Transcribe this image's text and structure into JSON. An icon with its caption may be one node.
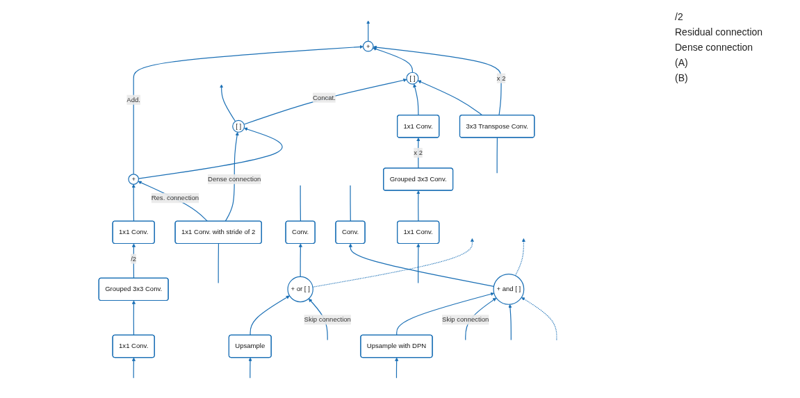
{
  "diagram": {
    "nodes": [
      {
        "text": [
          "Conv."
        ]
      },
      {
        "text": [
          "+ or [ ]"
        ]
      },
      {
        "text": [
          "Upsample"
        ]
      },
      {
        "text": [
          "Conv."
        ]
      },
      {
        "text": [
          "+ and [ ]"
        ]
      },
      {
        "text": [
          "Upsample with DPN"
        ]
      },
      {
        "text": [
          "1x1 Conv."
        ]
      },
      {
        "text": [
          "1x1 Conv. with stride of 2"
        ]
      },
      {
        "text": [
          "Grouped 3x3 Conv."
        ]
      },
      {
        "text": [
          "1x1 Conv."
        ]
      },
      {
        "text": [
          "+"
        ]
      },
      {
        "text": [
          "[ ]"
        ]
      },
      {
        "text": [
          "+"
        ]
      },
      {
        "text": [
          "[ ]"
        ]
      },
      {
        "text": [
          "1x1 Conv."
        ]
      },
      {
        "text": [
          "3x3 Transpose Conv."
        ]
      },
      {
        "text": [
          "Grouped 3x3 Conv."
        ]
      },
      {
        "text": [
          "1x1 Conv."
        ]
      }
    ],
    "edges": [
      {
        "from": null,
        "to": 2,
        "arrow": "to"
      },
      {
        "from": 2,
        "to": 1,
        "arrow": "to"
      },
      {
        "from": null,
        "to": 1,
        "arrow": "to",
        "label": "Skip connection"
      },
      {
        "from": 1,
        "to": 0,
        "arrow": "to"
      },
      {
        "from": 0,
        "to": null,
        "arrow": "none"
      },
      {
        "from": 1,
        "to": null,
        "arrow": "to",
        "style": "dashed"
      },
      {
        "from": null,
        "to": 5,
        "arrow": "to"
      },
      {
        "from": 5,
        "to": 4,
        "arrow": "to"
      },
      {
        "from": null,
        "to": 4,
        "arrow": "to",
        "label": "Skip connection"
      },
      {
        "from": null,
        "to": 4,
        "arrow": "to"
      },
      {
        "from": null,
        "to": 4,
        "arrow": "to",
        "style": "dashed"
      },
      {
        "from": 4,
        "to": 3,
        "arrow": "to"
      },
      {
        "from": 3,
        "to": null,
        "arrow": "none"
      },
      {
        "from": 4,
        "to": null,
        "arrow": "to",
        "style": "dashed"
      },
      {
        "from": null,
        "to": 6,
        "arrow": "to"
      },
      {
        "from": null,
        "to": 7,
        "arrow": "none"
      },
      {
        "from": 6,
        "to": 8,
        "arrow": "to"
      },
      {
        "from": 8,
        "to": 9,
        "arrow": "to",
        "label": "/2"
      },
      {
        "from": 9,
        "to": 10,
        "arrow": "to"
      },
      {
        "from": 7,
        "to": 10,
        "arrow": "to",
        "label": "Res. connection"
      },
      {
        "from": 7,
        "to": 11,
        "arrow": "to",
        "label": "Dense connection"
      },
      {
        "from": 10,
        "to": 11,
        "arrow": "to"
      },
      {
        "from": 11,
        "to": null,
        "arrow": "to"
      },
      {
        "from": 10,
        "to": 12,
        "arrow": "to",
        "label": "Add."
      },
      {
        "from": 11,
        "to": 13,
        "arrow": "to",
        "label": "Concat."
      },
      {
        "from": 13,
        "to": 12,
        "arrow": "to"
      },
      {
        "from": 12,
        "to": null,
        "arrow": "to"
      },
      {
        "from": 14,
        "to": 13,
        "arrow": "to"
      },
      {
        "from": 16,
        "to": 14,
        "arrow": "to",
        "label": "x 2"
      },
      {
        "from": 17,
        "to": 16,
        "arrow": "to"
      },
      {
        "from": null,
        "to": 17,
        "arrow": "to"
      },
      {
        "from": null,
        "to": 15,
        "arrow": "none"
      },
      {
        "from": 15,
        "to": 13,
        "arrow": "to"
      },
      {
        "from": 15,
        "to": 12,
        "arrow": "to",
        "label": "x 2"
      }
    ],
    "labels": [
      "/2",
      "Residual connection",
      "Dense connection",
      "(A)",
      "(B)"
    ]
  }
}
